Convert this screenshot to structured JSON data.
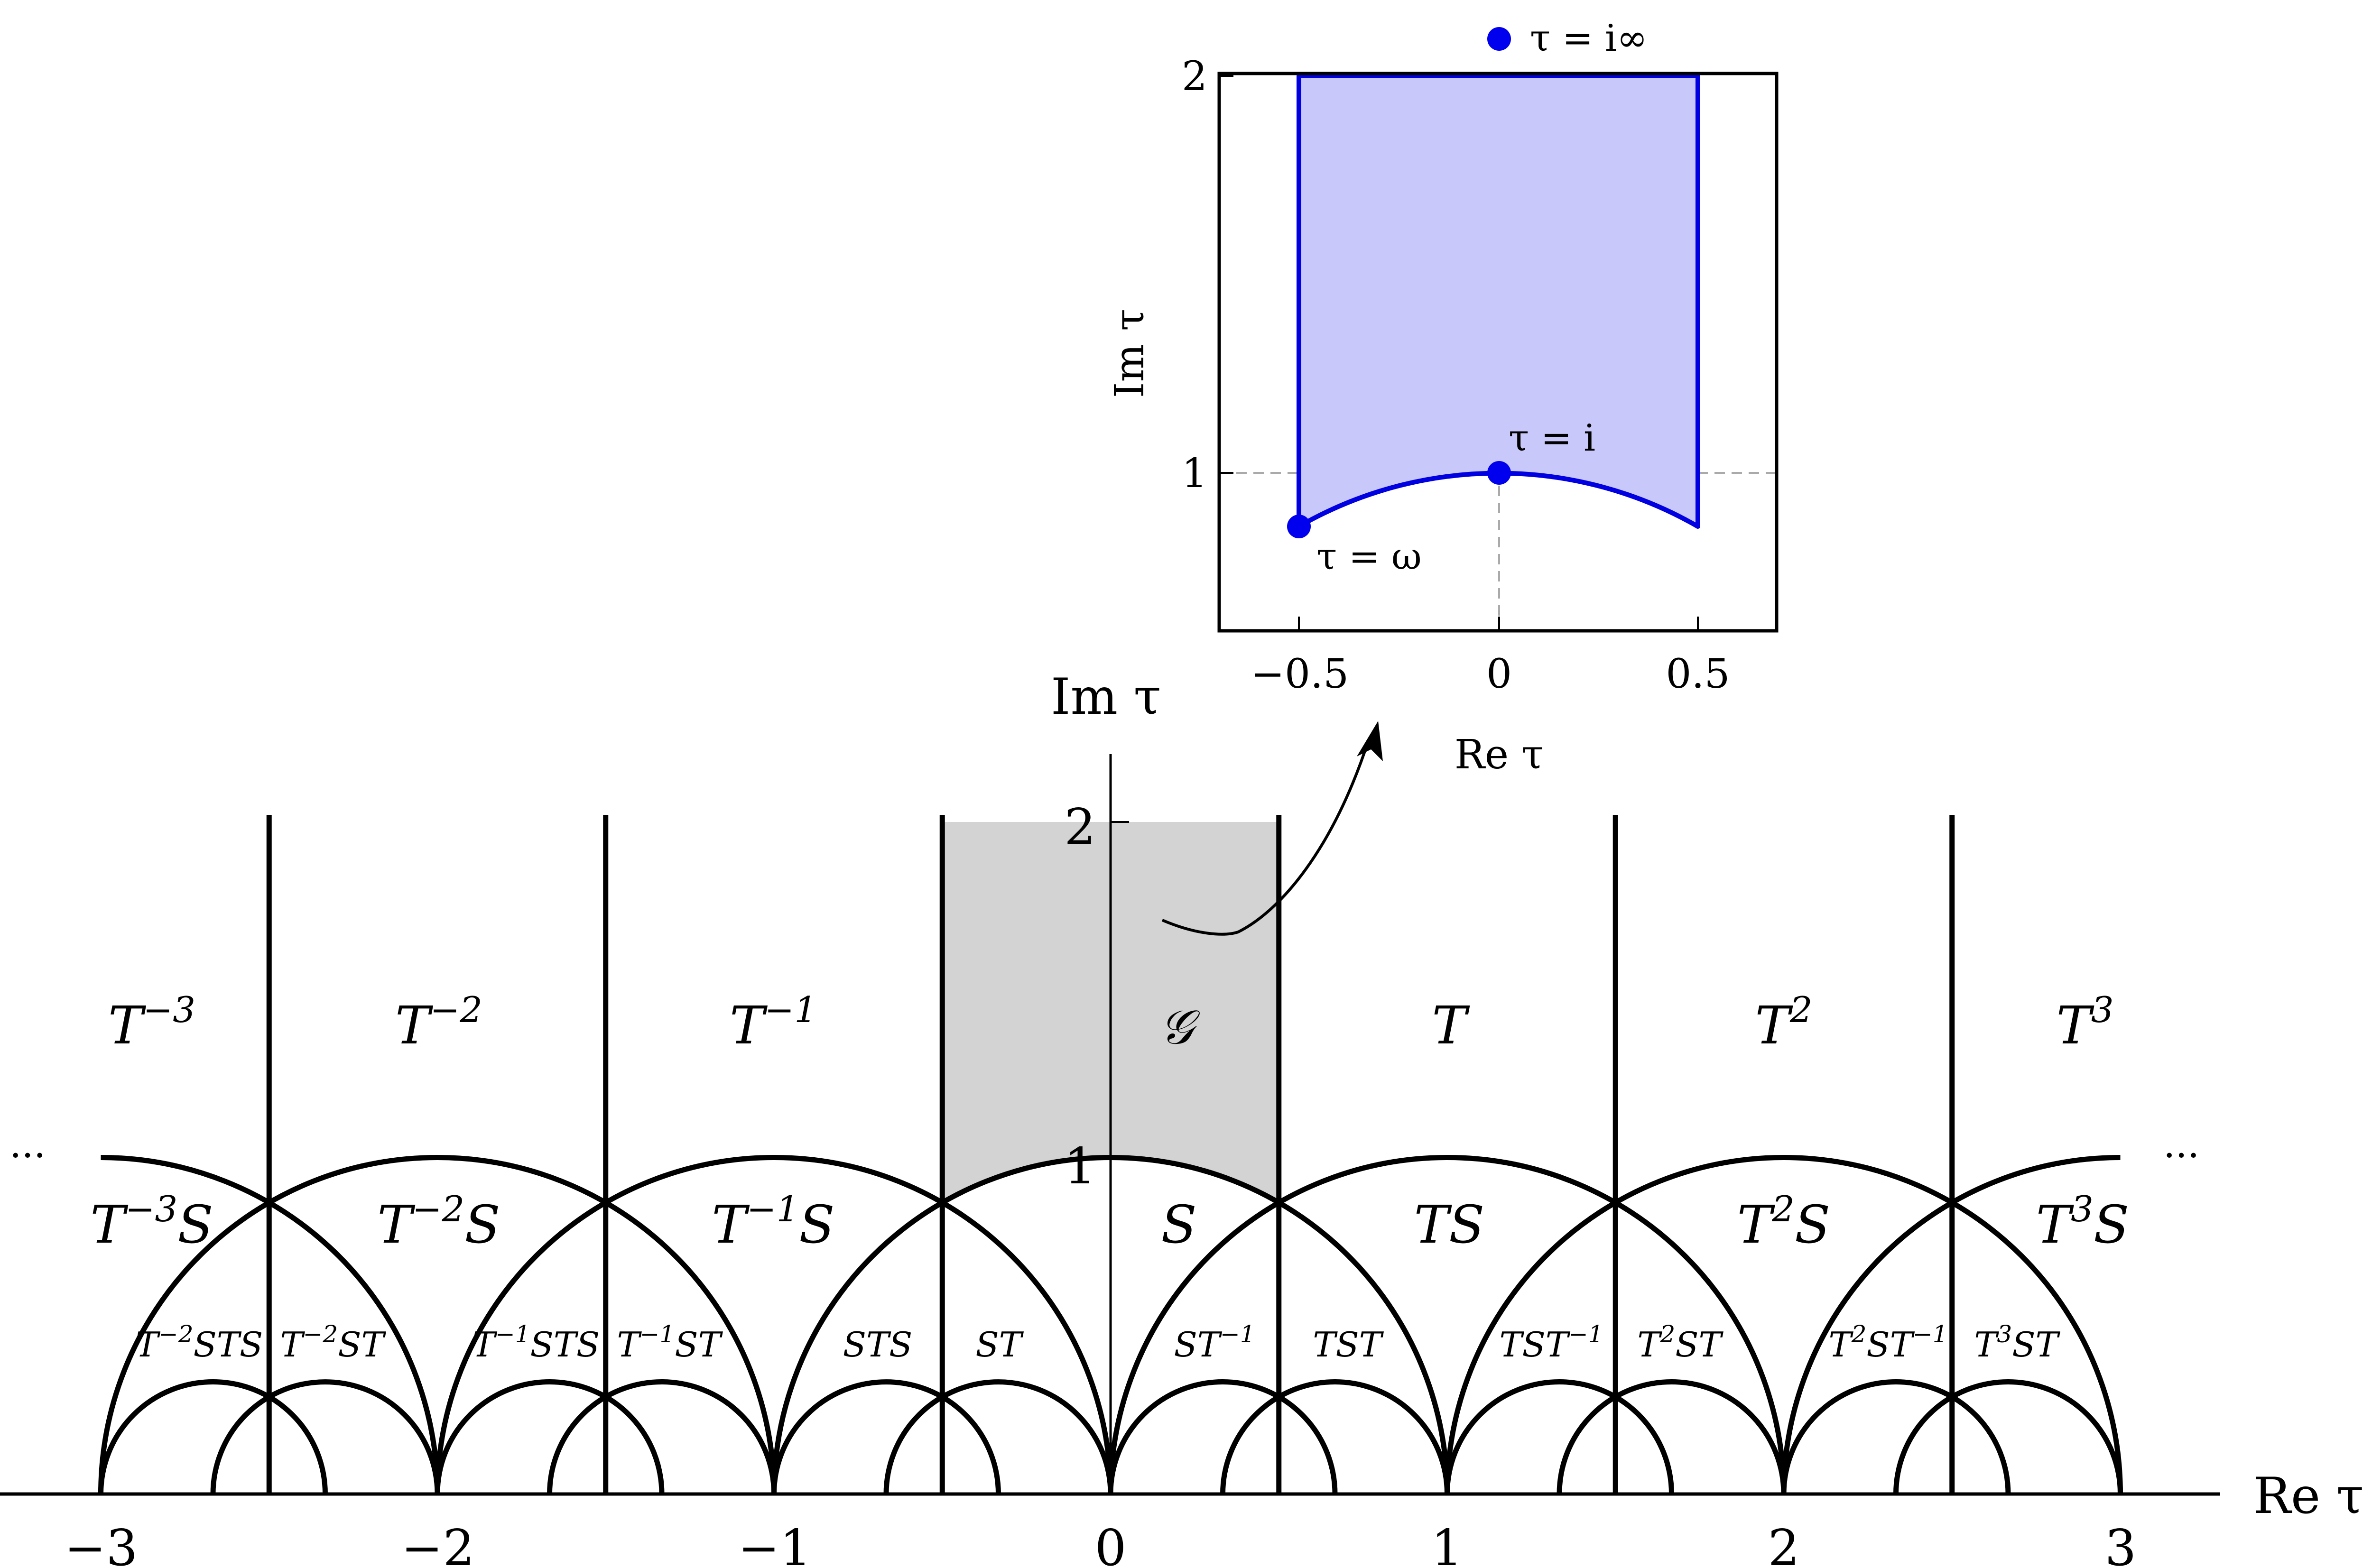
{
  "main": {
    "axes": {
      "x_label": "Re τ",
      "y_label": "Im τ",
      "x_ticks": [
        "−3",
        "−2",
        "−1",
        "0",
        "1",
        "2",
        "3"
      ],
      "y_ticks": [
        "1",
        "2"
      ],
      "ellipsis_left": "...",
      "ellipsis_right": "..."
    },
    "labels": {
      "fundamental": "𝒢",
      "top_row": {
        "tm3": {
          "base": "T",
          "sup": "−3"
        },
        "tm2": {
          "base": "T",
          "sup": "−2"
        },
        "tm1": {
          "base": "T",
          "sup": "−1"
        },
        "t": {
          "base": "T",
          "sup": ""
        },
        "t2": {
          "base": "T",
          "sup": "2"
        },
        "t3": {
          "base": "T",
          "sup": "3"
        }
      },
      "middle_row": {
        "tm3s": {
          "base": "T",
          "sup": "−3",
          "tail": "S"
        },
        "tm2s": {
          "base": "T",
          "sup": "−2",
          "tail": "S"
        },
        "tm1s": {
          "base": "T",
          "sup": "−1",
          "tail": "S"
        },
        "s": {
          "base": "S",
          "sup": "",
          "tail": ""
        },
        "ts": {
          "base": "TS",
          "sup": "",
          "tail": ""
        },
        "t2s": {
          "base": "T",
          "sup": "2",
          "tail": "S"
        },
        "t3s": {
          "base": "T",
          "sup": "3",
          "tail": "S"
        }
      },
      "bottom_row": [
        {
          "base": "T",
          "sup": "−2",
          "tail": "STS"
        },
        {
          "base": "T",
          "sup": "−2",
          "tail": "ST"
        },
        {
          "base": "T",
          "sup": "−1",
          "tail": "STS"
        },
        {
          "base": "T",
          "sup": "−1",
          "tail": "ST"
        },
        {
          "base": "STS",
          "sup": "",
          "tail": ""
        },
        {
          "base": "ST",
          "sup": "",
          "tail": ""
        },
        {
          "base": "ST",
          "sup": "−1",
          "tail": ""
        },
        {
          "base": "TST",
          "sup": "",
          "tail": ""
        },
        {
          "base": "TST",
          "sup": "−1",
          "tail": ""
        },
        {
          "base": "T",
          "sup": "2",
          "tail": "ST"
        },
        {
          "base": "T",
          "sup": "2",
          "tail": "ST",
          "tail_sup": "−1"
        },
        {
          "base": "T",
          "sup": "3",
          "tail": "ST"
        }
      ]
    }
  },
  "inset": {
    "x_label": "Re τ",
    "y_label": "Im τ",
    "x_ticks": [
      "−0.5",
      "0",
      "0.5"
    ],
    "y_ticks": [
      "1",
      "2"
    ],
    "points": {
      "infinity": "τ = i∞",
      "i": "τ = i",
      "omega": "τ = ω"
    },
    "fill_color": "#c8c8fa",
    "edge_color": "#0000e0"
  },
  "colors": {
    "highlight": "#d3d3d3",
    "lines": "#000000"
  }
}
